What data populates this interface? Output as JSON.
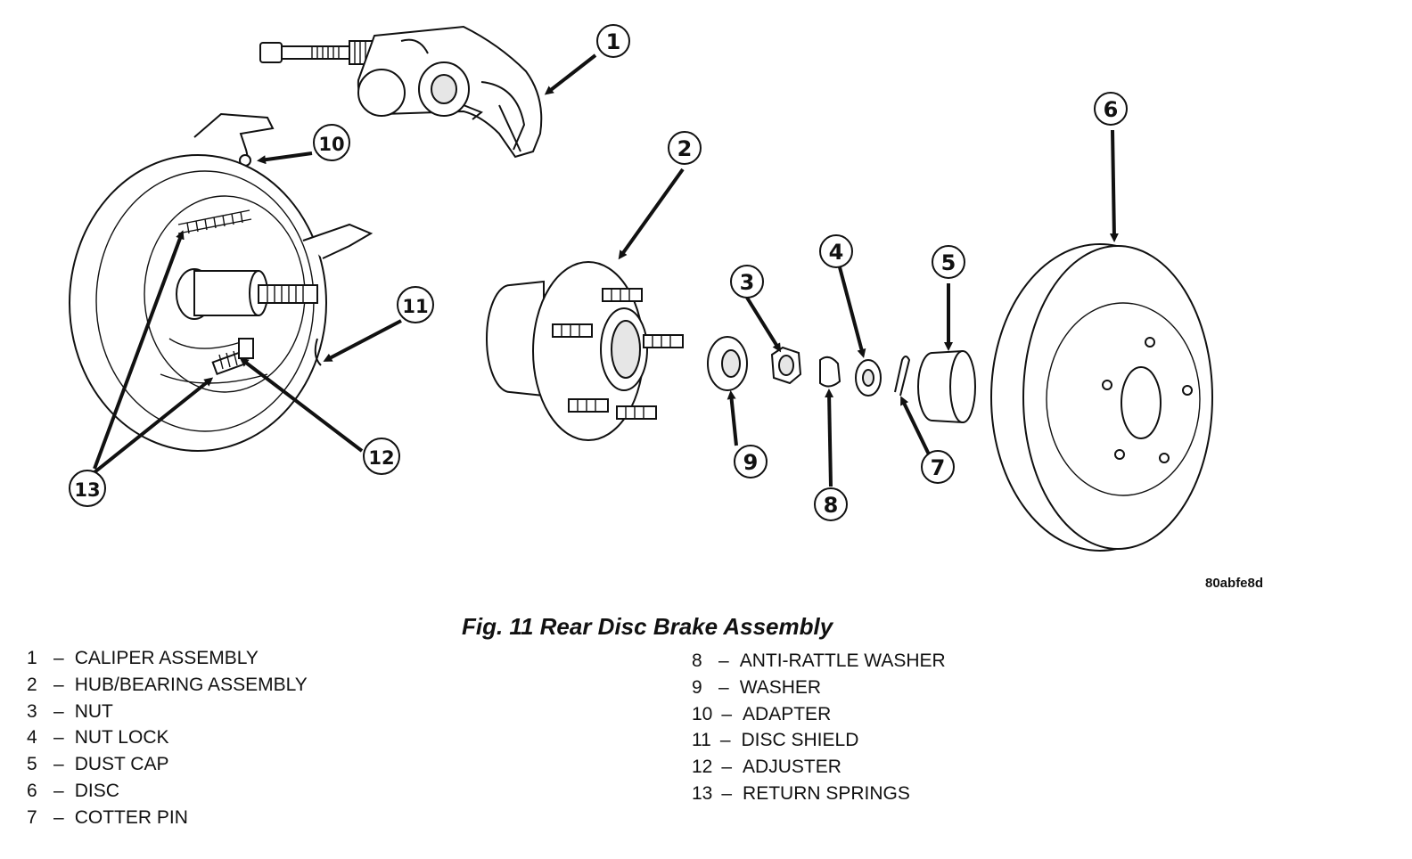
{
  "figure": {
    "caption": "Fig. 11 Rear Disc Brake Assembly",
    "code": "80abfe8d"
  },
  "callouts": [
    "1",
    "2",
    "3",
    "4",
    "5",
    "6",
    "7",
    "8",
    "9",
    "10",
    "11",
    "12",
    "13"
  ],
  "legend": {
    "left": [
      {
        "num": "1",
        "label": "CALIPER ASSEMBLY"
      },
      {
        "num": "2",
        "label": "HUB/BEARING ASSEMBLY"
      },
      {
        "num": "3",
        "label": "NUT"
      },
      {
        "num": "4",
        "label": "NUT LOCK"
      },
      {
        "num": "5",
        "label": "DUST CAP"
      },
      {
        "num": "6",
        "label": "DISC"
      },
      {
        "num": "7",
        "label": "COTTER PIN"
      }
    ],
    "right": [
      {
        "num": "8",
        "label": "ANTI-RATTLE WASHER"
      },
      {
        "num": "9",
        "label": "WASHER"
      },
      {
        "num": "10",
        "label": "ADAPTER"
      },
      {
        "num": "11",
        "label": "DISC SHIELD"
      },
      {
        "num": "12",
        "label": "ADJUSTER"
      },
      {
        "num": "13",
        "label": "RETURN SPRINGS"
      }
    ]
  }
}
